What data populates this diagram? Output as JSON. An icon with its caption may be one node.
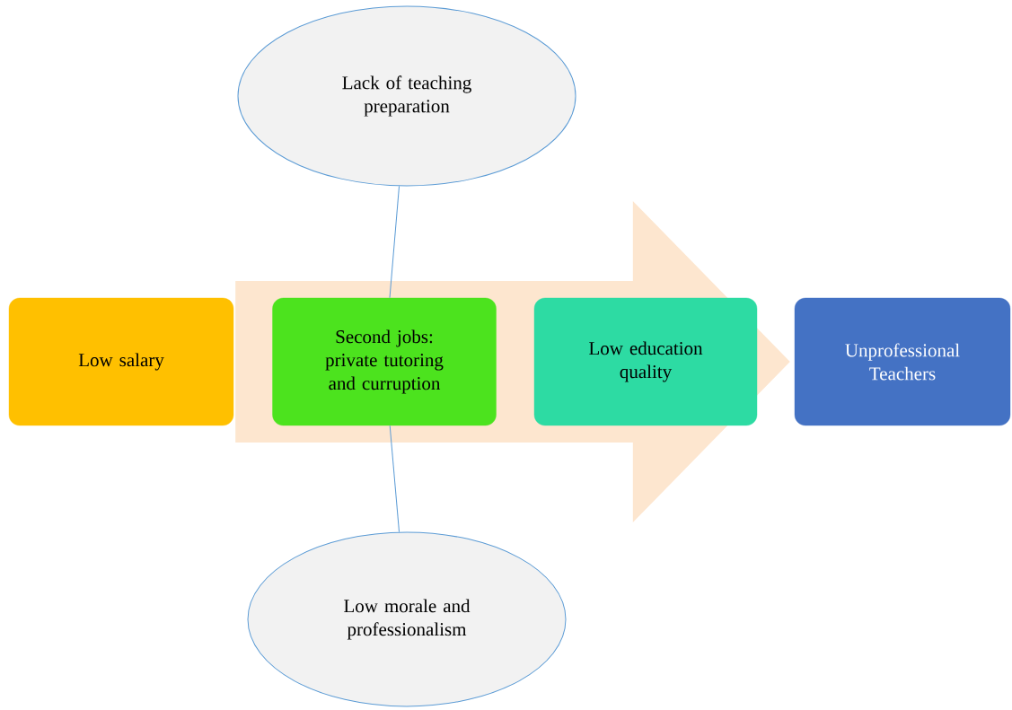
{
  "diagram": {
    "nodes": [
      {
        "text": [
          "Lack of teaching preparation"
        ]
      },
      {
        "text": [
          "Low salary"
        ]
      },
      {
        "text": [
          "Second jobs: private tutoring and curruption"
        ]
      },
      {
        "text": [
          "Low education quality"
        ]
      },
      {
        "text": [
          "Unprofessional Teachers"
        ]
      },
      {
        "text": [
          "Low morale and professionalism"
        ]
      }
    ],
    "edges": [
      {
        "from": 1,
        "to": 4,
        "arrow": "to",
        "style": "thick",
        "color": "#fde6cf"
      },
      {
        "from": 0,
        "to": 2,
        "arrow": "none"
      },
      {
        "from": 2,
        "to": 5,
        "arrow": "none"
      }
    ]
  }
}
